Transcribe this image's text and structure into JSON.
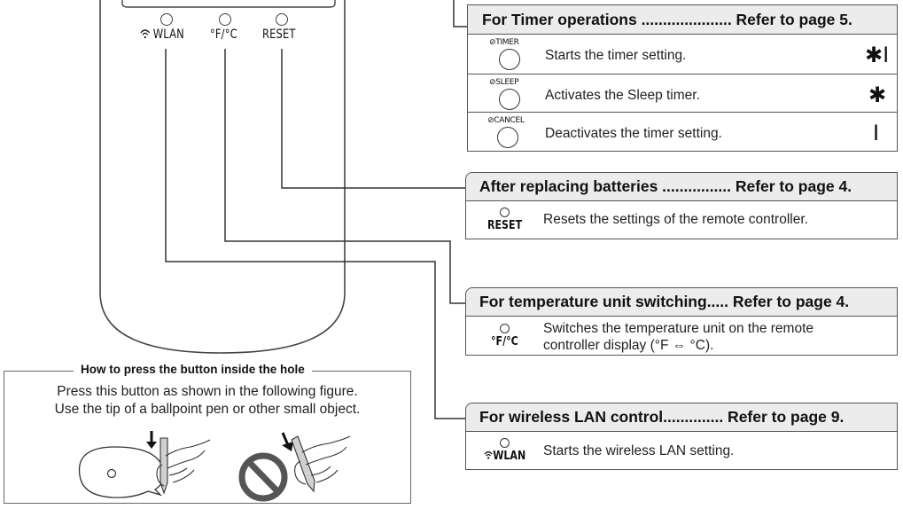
{
  "remote": {
    "wlan_label": "WLAN",
    "wlan_icon": "wifi-icon",
    "fc_label": "°F/°C",
    "reset_label": "RESET"
  },
  "timer_section": {
    "heading": "For Timer operations ..................... Refer to page 5.",
    "rows": [
      {
        "icon_caption": "TIMER",
        "icon_name": "timer-clock-icon",
        "text": "Starts the timer setting.",
        "mark": "✱I",
        "mark_name": "star-bar-indicator-icon"
      },
      {
        "icon_caption": "SLEEP",
        "icon_name": "sleep-clock-icon",
        "text": "Activates the Sleep timer.",
        "mark": "✱",
        "mark_name": "star-indicator-icon"
      },
      {
        "icon_caption": "CANCEL",
        "icon_name": "cancel-clock-icon",
        "text": "Deactivates the timer setting.",
        "mark": "I",
        "mark_name": "bar-indicator-icon"
      }
    ]
  },
  "battery_section": {
    "heading": "After replacing batteries ................ Refer to page 4.",
    "icon_word": "RESET",
    "text": "Resets the settings of the remote controller."
  },
  "temp_section": {
    "heading": "For temperature unit switching..... Refer to page 4.",
    "icon_word": "°F/°C",
    "text_line1": "Switches the temperature unit on the remote",
    "text_line2": "controller display (°F ⇔ °C)."
  },
  "wlan_section": {
    "heading": "For wireless LAN control.............. Refer to page 9.",
    "icon_word": "WLAN",
    "text": "Starts the wireless LAN setting."
  },
  "howto": {
    "title": "How to press the button inside the hole",
    "line1": "Press this button as shown in the following figure.",
    "line2": "Use the tip of a ballpoint pen or other small object."
  },
  "colors": {
    "line": "#333333",
    "heading_bg": "#ececec",
    "prohibit": "#555555"
  }
}
